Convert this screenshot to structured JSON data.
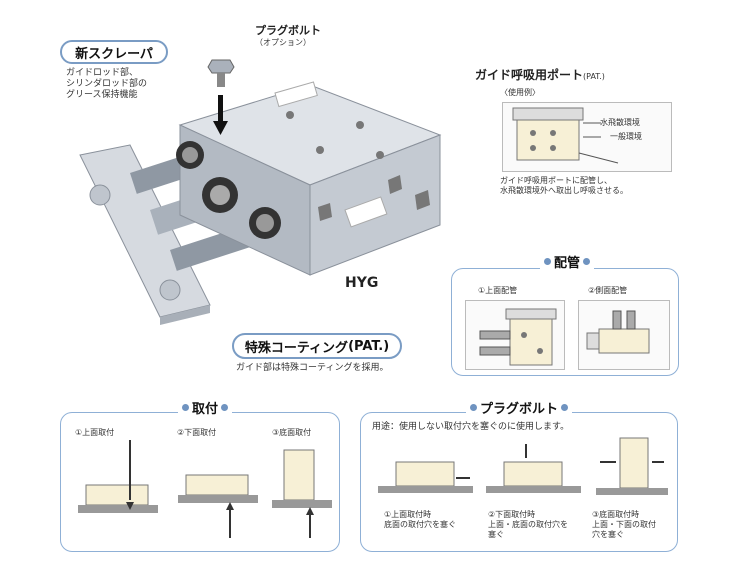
{
  "callouts": {
    "scraper_title": "新スクレーパ",
    "scraper_desc": [
      "ガイドロッド部、",
      "シリンダロッド部の",
      "グリース保持機能"
    ],
    "plug_bolt": "プラグボルト",
    "plug_bolt_option": "（オプション）",
    "guide_port": "ガイド呼吸用ポート",
    "guide_port_pat": "(PAT.)",
    "usage_example": "〈使用例〉",
    "usage_label_1": "水飛散環境",
    "usage_label_2": "一般環境",
    "usage_note": [
      "ガイド呼吸用ポートに配管し、",
      "水飛散環境外へ取出し呼吸させる。"
    ],
    "model": "HYG",
    "coating_title": "特殊コーティング",
    "coating_pat": "(PAT.)",
    "coating_desc": "ガイド部は特殊コーティングを採用。"
  },
  "piping": {
    "title": "配管",
    "top": "①上面配管",
    "side": "②側面配管"
  },
  "mounting": {
    "title": "取付",
    "items": [
      "①上面取付",
      "②下面取付",
      "③底面取付"
    ]
  },
  "plugbolt": {
    "title": "プラグボルト",
    "usage": "用途：使用しない取付穴を塞ぐのに使用します。",
    "items": [
      {
        "label": "①上面取付時",
        "desc": [
          "底面の取付穴を塞ぐ"
        ]
      },
      {
        "label": "②下面取付時",
        "desc": [
          "上面・底面の取付穴を",
          "塞ぐ"
        ]
      },
      {
        "label": "③底面取付時",
        "desc": [
          "上面・下面の取付",
          "穴を塞ぐ"
        ]
      }
    ]
  },
  "colors": {
    "accent": "#7a9cc4",
    "metal": "#c9ced6",
    "rod": "#9aa3ad",
    "black": "#222222"
  }
}
